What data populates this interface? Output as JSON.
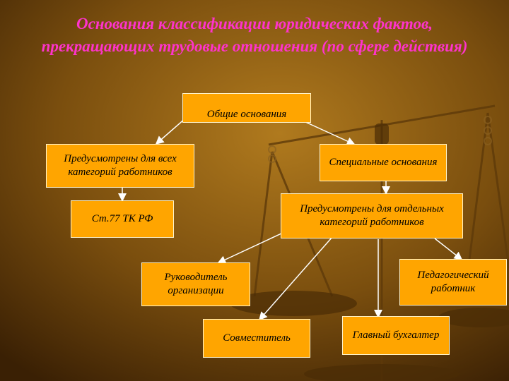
{
  "title": "Основания классификации юридических фактов, прекращающих трудовые отношения (по сфере действия)",
  "nodes": {
    "general": "Общие основания",
    "all_categories": "Предусмотрены для всех категорий работников",
    "special": "Специальные основания",
    "art77": "Ст.77 ТК РФ",
    "separate_categories": "Предусмотрены для отдельных категорий работников",
    "director": "Руководитель организации",
    "teacher": "Педагогический работник",
    "part_timer": "Совместитель",
    "chief_accountant": "Главный бухгалтер"
  },
  "colors": {
    "box": "#ffa500",
    "title": "#ff33cc",
    "arrow": "#ffffff"
  }
}
